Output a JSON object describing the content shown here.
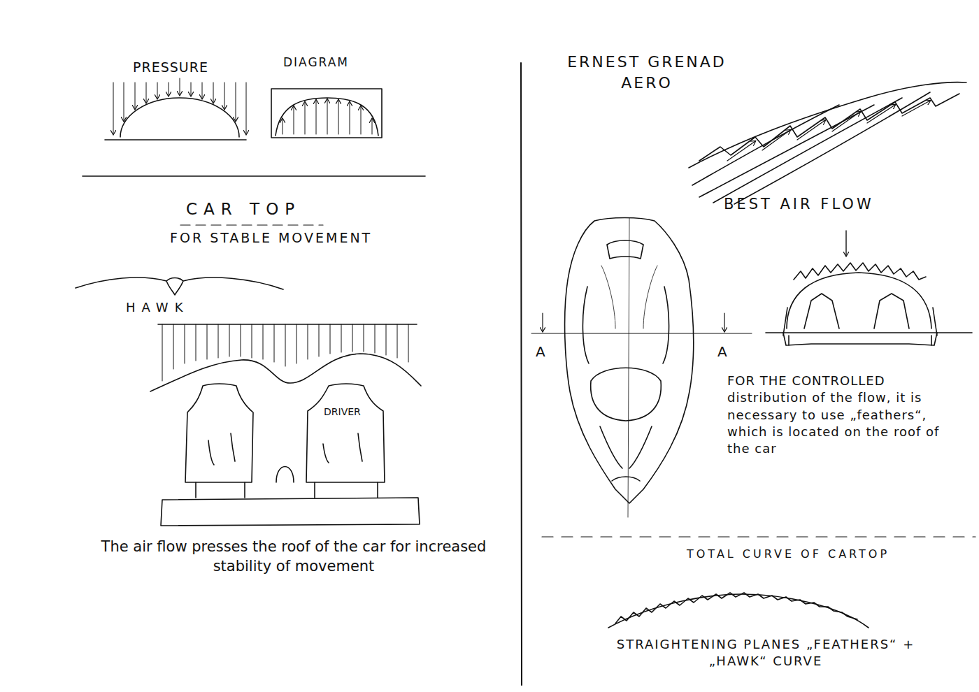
{
  "diagram": {
    "title": "ERNEST GRENAD AERO",
    "labels": [
      "PRESSURE",
      "DIAGRAM",
      "CAR TOP",
      "FOR STABLE MOVEMENT",
      "HAWK",
      "DRIVER",
      "The air flow presses the roof of the car for increased stability of movement",
      "BEST AIR FLOW",
      "A",
      "A",
      "FOR THE CONTROLLED distribution of the flow, it is necessary to use „feathers“, which is located on the roof of the car",
      "TOTAL CURVE OF CARTOP",
      "STRAIGHTENING PLANES „FEATHERS“ + „HAWK“ CURVE"
    ]
  }
}
